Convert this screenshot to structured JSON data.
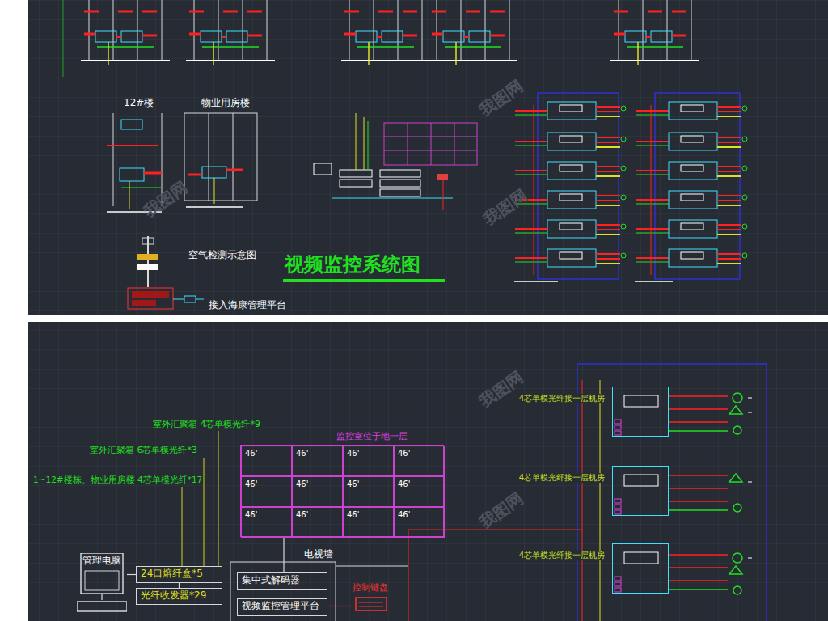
{
  "diagram": {
    "title": "视频监控系统图",
    "nodes": [
      {
        "text": [
          "监控室位于地一层",
          "电视墙"
        ]
      },
      {
        "text": [
          "46'"
        ],
        "in": 0
      },
      {
        "text": [
          "46'"
        ],
        "in": 0
      },
      {
        "text": [
          "46'"
        ],
        "in": 0
      },
      {
        "text": [
          "46'"
        ],
        "in": 0
      },
      {
        "text": [
          "46'"
        ],
        "in": 0
      },
      {
        "text": [
          "46'"
        ],
        "in": 0
      },
      {
        "text": [
          "46'"
        ],
        "in": 0
      },
      {
        "text": [
          "46'"
        ],
        "in": 0
      },
      {
        "text": [
          "46'"
        ],
        "in": 0
      },
      {
        "text": [
          "46'"
        ],
        "in": 0
      },
      {
        "text": [
          "46'"
        ],
        "in": 0
      },
      {
        "text": [
          "46'"
        ],
        "in": 0
      },
      {
        "text": [
          "管理电脑"
        ]
      },
      {
        "text": [
          "24口熔纤盒*5"
        ]
      },
      {
        "text": [
          "光纤收发器*29"
        ]
      },
      {
        "text": [
          "集中式解码器"
        ]
      },
      {
        "text": [
          "视频监控管理平台"
        ]
      },
      {
        "text": [
          "控制键盘"
        ]
      },
      {
        "text": [
          "4芯单模光纤接一层机房"
        ]
      },
      {
        "text": [
          "4芯单模光纤接一层机房"
        ]
      },
      {
        "text": [
          "4芯单模光纤接一层机房"
        ]
      }
    ],
    "edges": [
      {
        "from": 16,
        "to": 0,
        "arrow": "none"
      },
      {
        "from": 17,
        "to": 18,
        "arrow": "none"
      },
      {
        "from": 13,
        "to": 14,
        "arrow": "none"
      },
      {
        "from": 14,
        "to": 15,
        "arrow": "none"
      }
    ],
    "labels": [
      "12#楼",
      "物业用房楼",
      "空气检测示意图",
      "接入海康管理平台",
      "室外汇聚箱 4芯单模光纤*9",
      "室外汇聚箱 6芯单模光纤*3",
      "1~12#楼栋、物业用房楼 4芯单模光纤*17",
      "我图网",
      "我图网",
      "我图网",
      "我图网",
      "我图网"
    ]
  }
}
